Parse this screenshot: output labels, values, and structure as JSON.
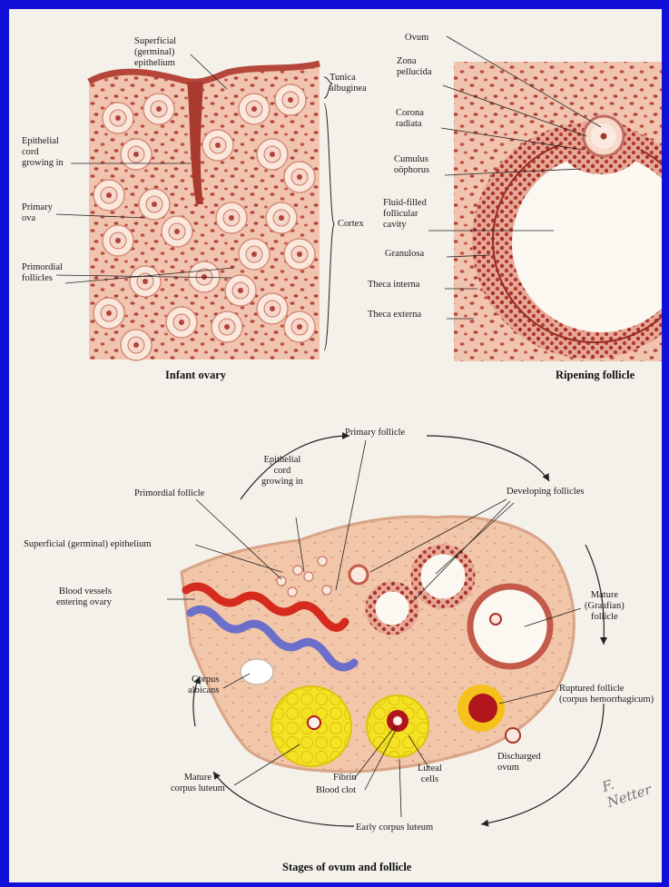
{
  "panels": {
    "infant_ovary": {
      "caption": "Infant ovary",
      "labels": {
        "superficial_epithelium": "Superficial\n(germinal)\nepithelium",
        "tunica_albuginea": "Tunica\nalbuginea",
        "epithelial_cord": "Epithelial\ncord\ngrowing in",
        "primary_ova": "Primary\nova",
        "cortex": "Cortex",
        "primordial_follicles": "Primordial\nfollicles"
      }
    },
    "ripening_follicle": {
      "caption": "Ripening follicle",
      "labels": {
        "ovum": "Ovum",
        "zona_pellucida": "Zona\npellucida",
        "corona_radiata": "Corona\nradiata",
        "cumulus_oophorus": "Cumulus\noöphorus",
        "fluid_cavity": "Fluid-filled\nfollicular\ncavity",
        "granulosa": "Granulosa",
        "theca_interna": "Theca interna",
        "theca_externa": "Theca externa"
      }
    },
    "stages": {
      "caption": "Stages of ovum and follicle",
      "labels": {
        "primary_follicle": "Primary follicle",
        "epithelial_cord": "Epithelial\ncord\ngrowing in",
        "primordial_follicle": "Primordial follicle",
        "developing_follicles": "Developing follicles",
        "superficial_epithelium": "Superficial (germinal) epithelium",
        "blood_vessels": "Blood vessels\nentering ovary",
        "mature_follicle": "Mature\n(Graafian)\nfollicle",
        "ruptured_follicle": "Ruptured follicle\n(corpus hemorrhagicum)",
        "corpus_albicans": "Corpus\nalbicans",
        "discharged_ovum": "Discharged\novum",
        "mature_corpus_luteum": "Mature\ncorpus luteum",
        "fibrin": "Fibrin",
        "blood_clot": "Blood clot",
        "luteal_cells": "Luteal\ncells",
        "early_corpus_luteum": "Early corpus luteum"
      }
    }
  },
  "signature": "F. Netter",
  "colors": {
    "frame": "#1010d8",
    "page": "#f4f1ea",
    "tissue": "#f0c2ad",
    "nuclei": "#b5463a",
    "corpus_luteum": "#f2e21a",
    "blood": "#b0151b",
    "vein": "#6b6fc9"
  }
}
